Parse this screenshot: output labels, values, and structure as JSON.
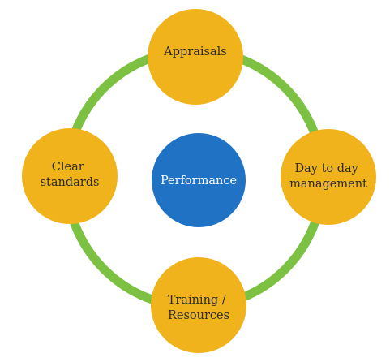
{
  "diagram": {
    "center": {
      "label": "Performance"
    },
    "nodes": [
      {
        "id": "appraisals",
        "lines": [
          "Appraisals"
        ]
      },
      {
        "id": "day-to-day-management",
        "lines": [
          "Day to day",
          "management"
        ]
      },
      {
        "id": "training-resources",
        "lines": [
          "Training /",
          "Resources"
        ]
      },
      {
        "id": "clear-standards",
        "lines": [
          "Clear",
          "standards"
        ]
      }
    ]
  },
  "colors": {
    "ring": "#7dc142",
    "node_fill": "#f0b31b",
    "center_fill": "#1f72c4",
    "node_text": "#2b2b2b",
    "center_text": "#ffffff"
  }
}
